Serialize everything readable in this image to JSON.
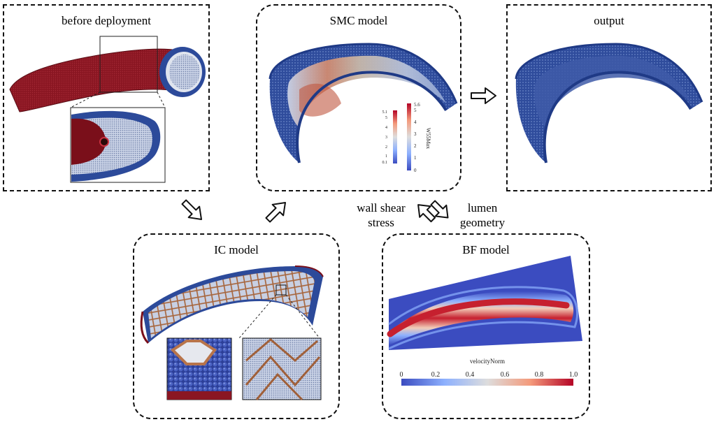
{
  "panels": {
    "before_deployment": {
      "title": "before deployment"
    },
    "smc_model": {
      "title": "SMC model",
      "colorbar_small": {
        "ticks": [
          "5.1",
          "5",
          "4",
          "3",
          "2",
          "1",
          "0.1"
        ]
      },
      "colorbar_large": {
        "label": "W55Max",
        "ticks": [
          "5.6",
          "5",
          "4",
          "3",
          "2",
          "1",
          "0"
        ]
      }
    },
    "output": {
      "title": "output"
    },
    "ic_model": {
      "title": "IC model"
    },
    "bf_model": {
      "title": "BF model",
      "colorbar": {
        "label": "velocityNorm",
        "ticks": [
          "0",
          "0.2",
          "0.4",
          "0.6",
          "0.8",
          "1.0"
        ]
      }
    }
  },
  "labels": {
    "wall_shear_stress": [
      "wall shear",
      "stress"
    ],
    "lumen_geometry": [
      "lumen",
      "geometry"
    ]
  },
  "colors": {
    "vessel_red": "#8b1a24",
    "vessel_blue": "#2c4a9a",
    "mesh_light": "#cfd6e6",
    "flow_red": "#b40426",
    "flow_blue": "#3b4cc0",
    "stent_orange": "#b8744a"
  },
  "icons": [
    "arrow-right-icon",
    "arrow-down-right-icon",
    "arrow-up-right-icon",
    "double-arrow-icon"
  ]
}
